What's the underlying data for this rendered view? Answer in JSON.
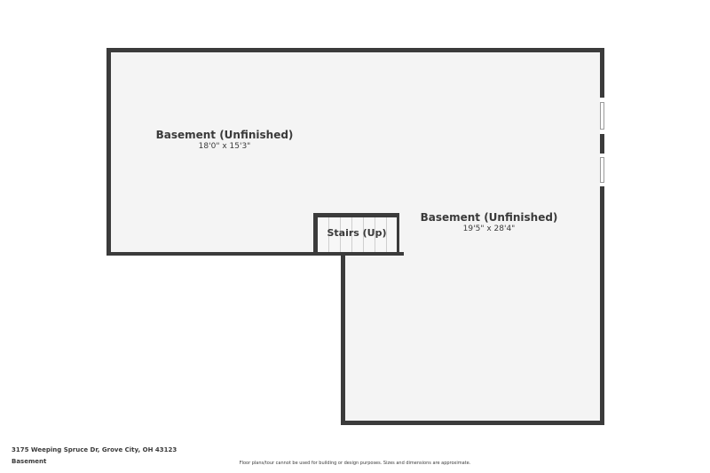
{
  "floor_plan": {
    "level": "Basement",
    "colors": {
      "wall": "#3b3b3b",
      "floor": "#f4f4f4",
      "text": "#3a3a3a"
    },
    "rooms": [
      {
        "name": "Basement (Unfinished)",
        "dimensions": "18'0\" x 15'3\""
      },
      {
        "name": "Basement (Unfinished)",
        "dimensions": "19'5\" x 28'4\""
      }
    ],
    "stairs": {
      "label": "Stairs (Up)"
    },
    "windows": 2
  },
  "footer": {
    "address": "3175 Weeping Spruce Dr, Grove City, OH 43123",
    "level": "Basement",
    "disclaimer": "Floor plans/tour cannot be used for building or design purposes. Sizes and dimensions are approximate."
  }
}
